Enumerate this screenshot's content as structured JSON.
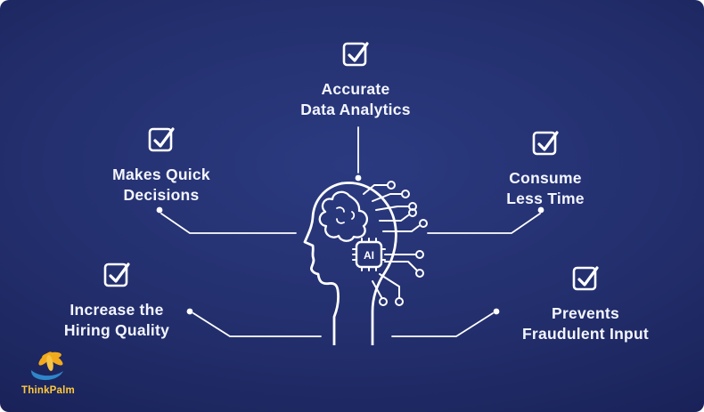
{
  "benefits": [
    {
      "name": "accurate-data-analytics",
      "line1": "Accurate",
      "line2": "Data Analytics"
    },
    {
      "name": "makes-quick-decisions",
      "line1": "Makes Quick",
      "line2": "Decisions"
    },
    {
      "name": "consume-less-time",
      "line1": "Consume",
      "line2": "Less Time"
    },
    {
      "name": "increase-hiring-quality",
      "line1": "Increase the",
      "line2": "Hiring Quality"
    },
    {
      "name": "prevents-fraudulent-input",
      "line1": "Prevents",
      "line2": "Fraudulent Input"
    }
  ],
  "center": {
    "chip_label": "AI"
  },
  "logo": {
    "brand": "ThinkPalm"
  },
  "colors": {
    "background_center": "#2b3a80",
    "background_edge": "#121845",
    "line_color": "#ffffff",
    "text_color": "#f4f6ff",
    "logo_yellow": "#f2aa1d",
    "logo_blue": "#2f86c9"
  }
}
